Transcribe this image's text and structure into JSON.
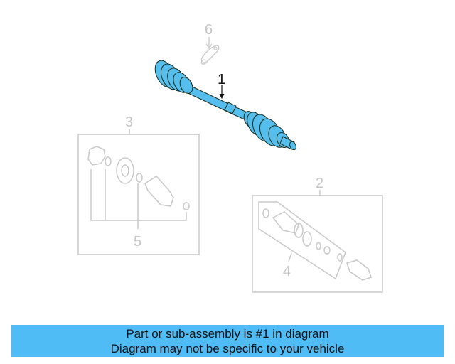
{
  "diagram": {
    "colors": {
      "highlight": "#55BEEC",
      "outline_dark": "#1a2a1a",
      "ghost": "#c8c8c8",
      "banner": "#4FBCF5"
    },
    "callouts": [
      {
        "number": "1",
        "part": "axle-shaft-assembly",
        "highlighted": true
      },
      {
        "number": "2",
        "part": "outer-cv-joint-kit-box"
      },
      {
        "number": "3",
        "part": "inner-cv-joint-kit-box"
      },
      {
        "number": "4",
        "part": "boot-kit"
      },
      {
        "number": "5",
        "part": "seals-and-clamps"
      },
      {
        "number": "6",
        "part": "bracket"
      }
    ]
  },
  "banner": {
    "line1": "Part or sub-assembly is #1 in diagram",
    "line2": "Diagram may not be specific to your vehicle"
  }
}
